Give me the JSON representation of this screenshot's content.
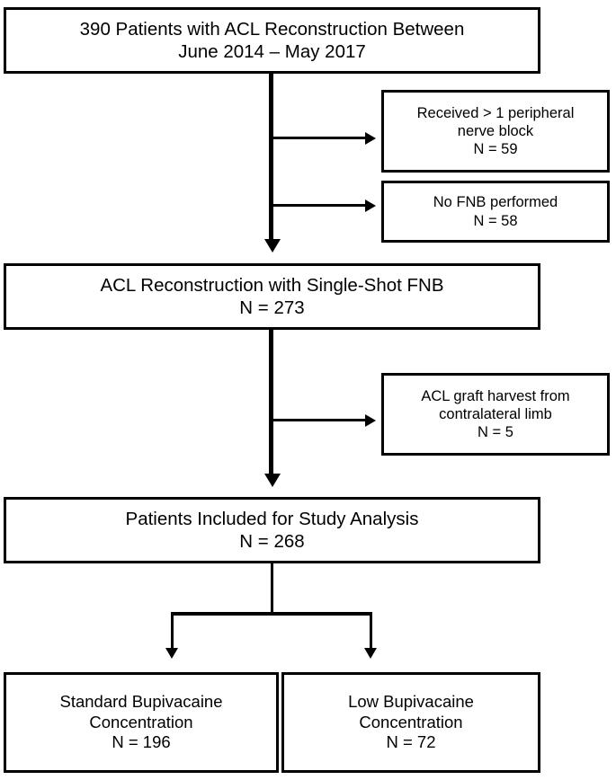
{
  "diagram": {
    "type": "flowchart",
    "title": "ACL Reconstruction patient selection flow",
    "nodes": [
      {
        "id": "enrolled",
        "text": "390 Patients with ACL Reconstruction Between\nJune 2014 – May 2017"
      },
      {
        "id": "excluded_multiblock",
        "text": "Received > 1 peripheral\nnerve block\nN = 59"
      },
      {
        "id": "excluded_nofnb",
        "text": "No FNB performed\nN = 58"
      },
      {
        "id": "single_shot",
        "text": "ACL Reconstruction with Single-Shot FNB\nN = 273"
      },
      {
        "id": "excluded_graft",
        "text": "ACL graft harvest from\ncontralateral limb\nN = 5"
      },
      {
        "id": "included",
        "text": "Patients Included for Study Analysis\nN = 268"
      },
      {
        "id": "group_standard",
        "text": "Standard Bupivacaine\nConcentration\nN = 196"
      },
      {
        "id": "group_low",
        "text": "Low Bupivacaine\nConcentration\nN = 72"
      }
    ]
  }
}
